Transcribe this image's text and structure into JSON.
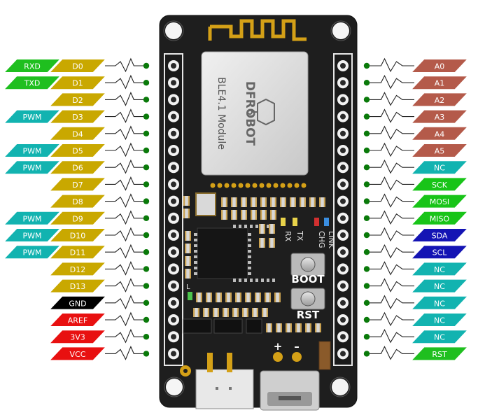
{
  "board": {
    "brand": "DFROBOT",
    "module_label": "BLE4.1 Module",
    "boot_label": "BOOT",
    "rst_label": "RST",
    "led_labels": [
      "RX",
      "TX",
      "CHG",
      "LINK"
    ],
    "plus_label": "+",
    "minus_label": "–"
  },
  "colors": {
    "digital": "#c9a800",
    "pwm": "#12b3b0",
    "uart": "#1fbf1f",
    "analog": "#b45a4a",
    "spi": "#18c418",
    "i2c": "#1414b4",
    "nc": "#12b3b0",
    "rst": "#1fbf1f",
    "gnd": "#000000",
    "power": "#e81010",
    "board": "#1e1e1e",
    "pin_dot": "#0a7a0a"
  },
  "left_pins": [
    {
      "name": "D0",
      "type": "digital",
      "extra": "RXD",
      "extra_type": "uart"
    },
    {
      "name": "D1",
      "type": "digital",
      "extra": "TXD",
      "extra_type": "uart"
    },
    {
      "name": "D2",
      "type": "digital",
      "extra": "",
      "extra_type": ""
    },
    {
      "name": "D3",
      "type": "digital",
      "extra": "PWM",
      "extra_type": "pwm"
    },
    {
      "name": "D4",
      "type": "digital",
      "extra": "",
      "extra_type": ""
    },
    {
      "name": "D5",
      "type": "digital",
      "extra": "PWM",
      "extra_type": "pwm"
    },
    {
      "name": "D6",
      "type": "digital",
      "extra": "PWM",
      "extra_type": "pwm"
    },
    {
      "name": "D7",
      "type": "digital",
      "extra": "",
      "extra_type": ""
    },
    {
      "name": "D8",
      "type": "digital",
      "extra": "",
      "extra_type": ""
    },
    {
      "name": "D9",
      "type": "digital",
      "extra": "PWM",
      "extra_type": "pwm"
    },
    {
      "name": "D10",
      "type": "digital",
      "extra": "PWM",
      "extra_type": "pwm"
    },
    {
      "name": "D11",
      "type": "digital",
      "extra": "PWM",
      "extra_type": "pwm"
    },
    {
      "name": "D12",
      "type": "digital",
      "extra": "",
      "extra_type": ""
    },
    {
      "name": "D13",
      "type": "digital",
      "extra": "",
      "extra_type": ""
    },
    {
      "name": "GND",
      "type": "gnd",
      "extra": "",
      "extra_type": ""
    },
    {
      "name": "AREF",
      "type": "power",
      "extra": "",
      "extra_type": ""
    },
    {
      "name": "3V3",
      "type": "power",
      "extra": "",
      "extra_type": ""
    },
    {
      "name": "VCC",
      "type": "power",
      "extra": "",
      "extra_type": ""
    }
  ],
  "right_pins": [
    {
      "name": "A0",
      "type": "analog"
    },
    {
      "name": "A1",
      "type": "analog"
    },
    {
      "name": "A2",
      "type": "analog"
    },
    {
      "name": "A3",
      "type": "analog"
    },
    {
      "name": "A4",
      "type": "analog"
    },
    {
      "name": "A5",
      "type": "analog"
    },
    {
      "name": "NC",
      "type": "nc"
    },
    {
      "name": "SCK",
      "type": "spi"
    },
    {
      "name": "MOSI",
      "type": "spi"
    },
    {
      "name": "MISO",
      "type": "spi"
    },
    {
      "name": "SDA",
      "type": "i2c"
    },
    {
      "name": "SCL",
      "type": "i2c"
    },
    {
      "name": "NC",
      "type": "nc"
    },
    {
      "name": "NC",
      "type": "nc"
    },
    {
      "name": "NC",
      "type": "nc"
    },
    {
      "name": "NC",
      "type": "nc"
    },
    {
      "name": "NC",
      "type": "nc"
    },
    {
      "name": "RST",
      "type": "rst"
    }
  ]
}
